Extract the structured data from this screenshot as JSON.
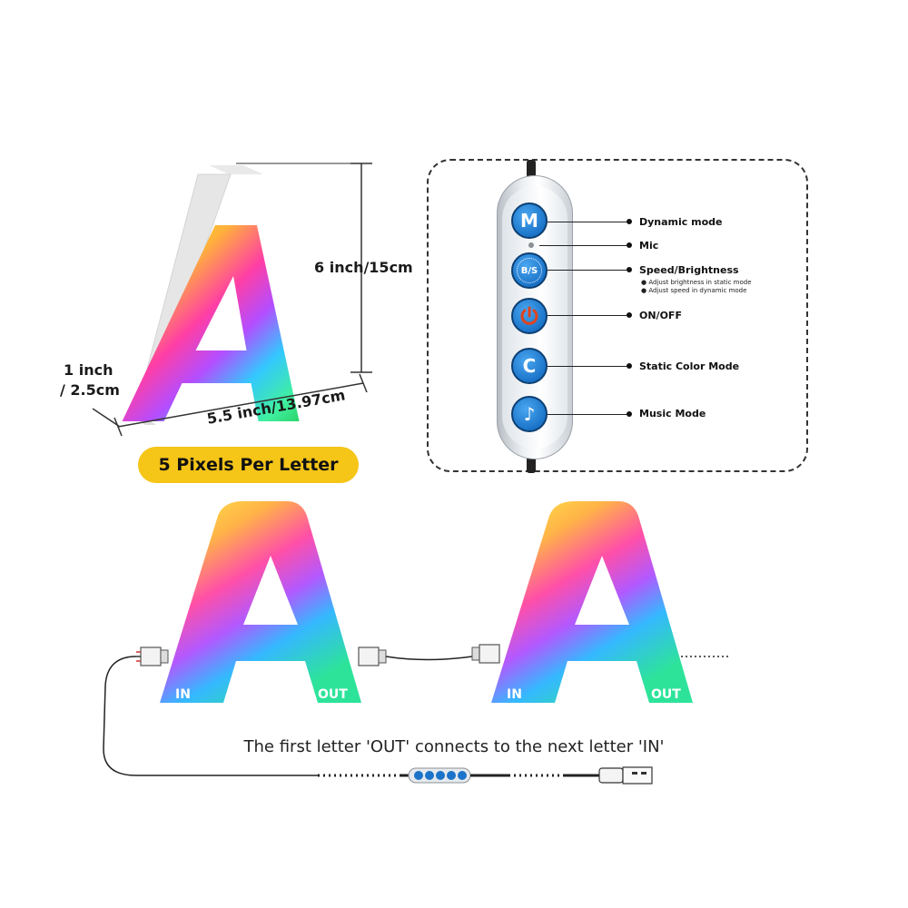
{
  "dimensions": {
    "height_label": "6 inch/15cm",
    "depth_label_line1": "1 inch",
    "depth_label_line2": "/ 2.5cm",
    "width_label": "5.5 inch/13.97cm"
  },
  "badge": {
    "text": "5 Pixels Per Letter",
    "color": "#f5c518"
  },
  "letter": {
    "glyph": "A"
  },
  "remote": {
    "buttons": [
      {
        "glyph": "M",
        "icon": "m-letter-icon"
      },
      {
        "glyph": "B/S",
        "icon": "brightness-sun-icon"
      },
      {
        "glyph": "",
        "icon": "power-icon"
      },
      {
        "glyph": "C",
        "icon": "c-letter-icon"
      },
      {
        "glyph": "♪",
        "icon": "music-note-icon"
      }
    ],
    "callouts": {
      "dynamic": "Dynamic mode",
      "mic": "Mic",
      "speed": "Speed/Brightness",
      "speed_sub1": "Adjust brightness in static mode",
      "speed_sub2": "Adjust speed in dynamic mode",
      "onoff": "ON/OFF",
      "static": "Static Color Mode",
      "music": "Music Mode"
    },
    "accent_color": "#1b74c9",
    "power_color": "#e0431f"
  },
  "connection": {
    "letter1_in": "IN",
    "letter1_out": "OUT",
    "letter2_in": "IN",
    "letter2_out": "OUT",
    "caption": "The first letter 'OUT' connects to the next letter 'IN'"
  }
}
